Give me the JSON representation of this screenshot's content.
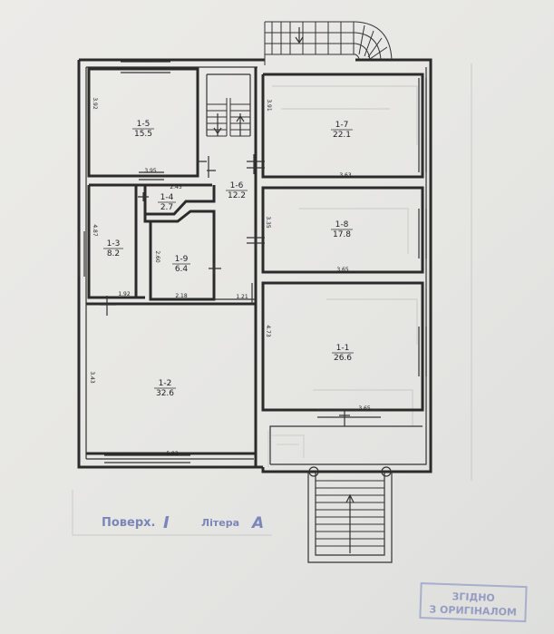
{
  "rooms": [
    {
      "id": "1-5",
      "area": "15.5"
    },
    {
      "id": "1-7",
      "area": "22.1"
    },
    {
      "id": "1-6",
      "area": "12.2"
    },
    {
      "id": "1-4",
      "area": "2.7"
    },
    {
      "id": "1-8",
      "area": "17.8"
    },
    {
      "id": "1-3",
      "area": "8.2"
    },
    {
      "id": "1-9",
      "area": "6.4"
    },
    {
      "id": "1-1",
      "area": "26.6"
    },
    {
      "id": "1-2",
      "area": "32.6"
    }
  ],
  "dimensions": [
    "3.92",
    "3.91",
    "3.95",
    "3.63",
    "2.45",
    "3.35",
    "4.87",
    "2.60",
    "3.65",
    "1.92",
    "2.18",
    "1.21",
    "4.73",
    "3.43",
    "3.65",
    "5.93"
  ],
  "stamp": {
    "floor_label": "Поверх.",
    "floor_value": "I",
    "letter_label": "Літера",
    "letter_value": "А",
    "box_line1": "ЗГІДНО",
    "box_line2": "З ОРИГІНАЛОМ"
  },
  "colors": {
    "ink": "#2b2b2b",
    "stamp": "#7b86b8",
    "paper": "#e9e9e6"
  }
}
